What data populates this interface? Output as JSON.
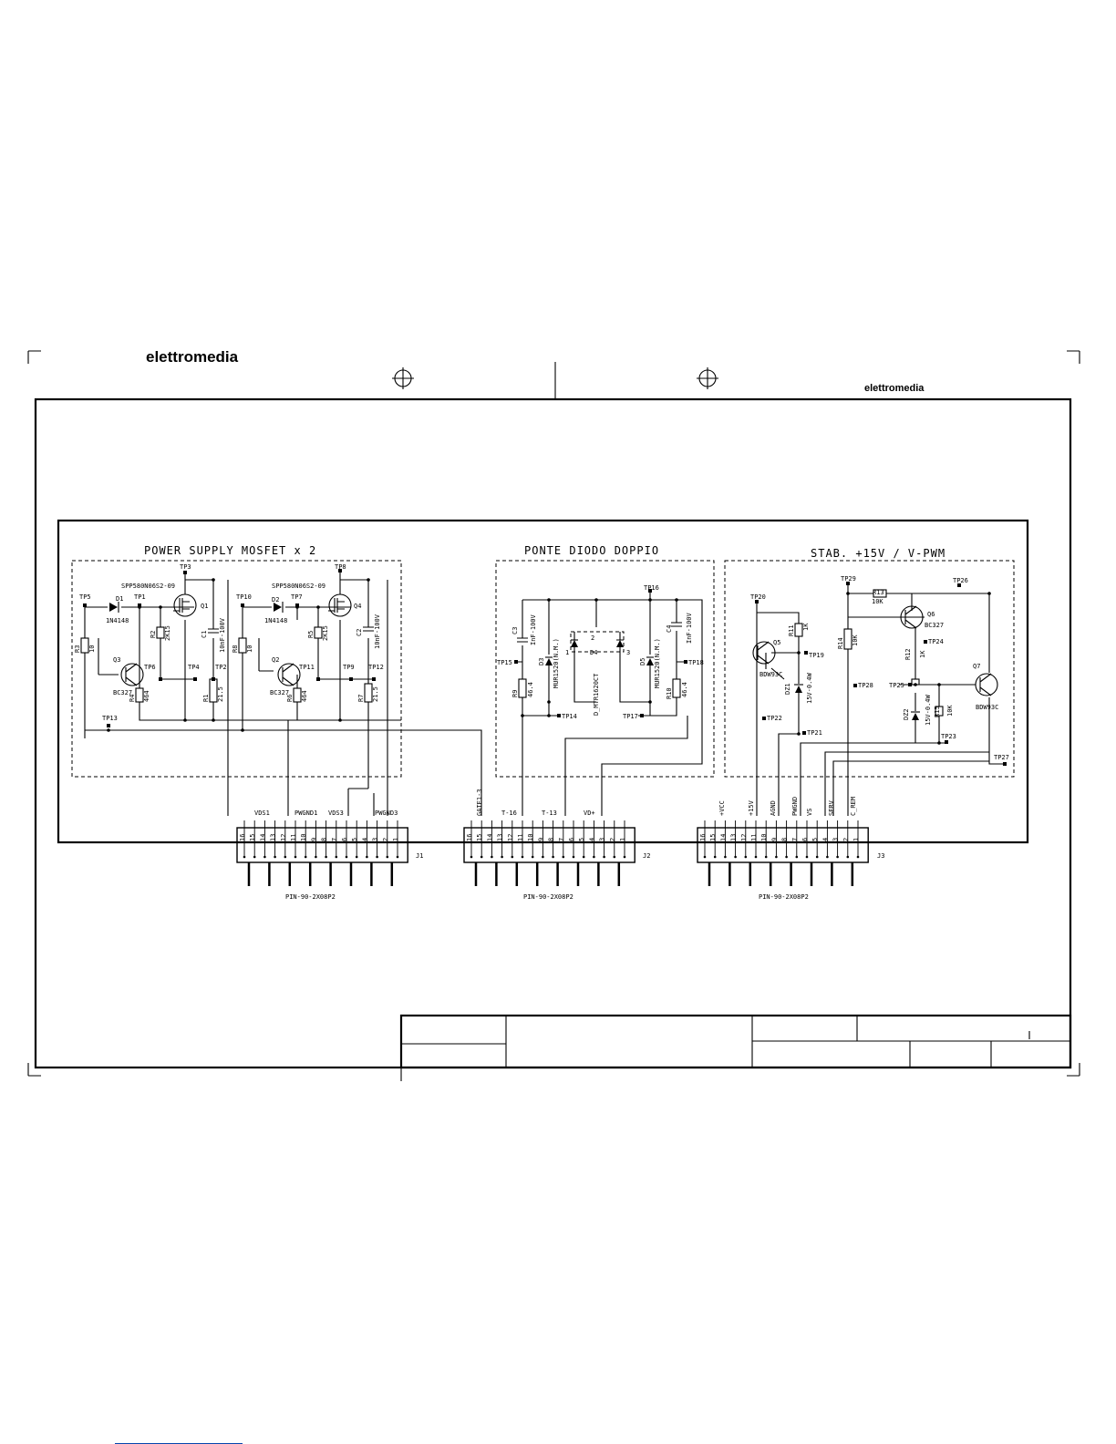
{
  "header": {
    "logo_left": "elettromedia",
    "logo_right": "elettromedia"
  },
  "sections": {
    "psu": "POWER SUPPLY MOSFET x 2",
    "bridge": "PONTE DIODO DOPPIO",
    "stab": "STAB. +15V / V-PWM"
  },
  "components": {
    "q1_part": "SPP580N06S2-09",
    "q4_part": "SPP580N06S2-09",
    "d1": "D1",
    "d1_part": "1N4148",
    "d2": "D2",
    "d2_part": "1N4148",
    "q1": "Q1",
    "q2": "Q2",
    "q3": "Q3",
    "q4": "Q4",
    "q5": "Q5",
    "q6": "Q6",
    "q7": "Q7",
    "q2_part": "BC327",
    "q3_part": "BC327",
    "q6_part": "BC327",
    "q5_part": "BDW93C",
    "q7_part": "BDW93C",
    "c1": "C1",
    "c1_val": "10nF-100V",
    "c2": "C2",
    "c2_val": "10nF-100V",
    "c3": "C3",
    "c3_val": "InF-100V",
    "c4": "C4",
    "c4_val": "InF-100V",
    "r1": "R1",
    "r1_val": "21.5",
    "r2": "R2",
    "r2_val": "2K15",
    "r3": "R3",
    "r3_val": "10",
    "r4": "R4",
    "r4_val": "464",
    "r5": "R5",
    "r5_val": "2K15",
    "r6": "R6",
    "r6_val": "464",
    "r7": "R7",
    "r7_val": "21.5",
    "r8": "R8",
    "r8_val": "10",
    "r9": "R9",
    "r9_val": "46.4",
    "r10": "R10",
    "r10_val": "46.4",
    "r11": "R11",
    "r11_val": "1K",
    "r12": "R12",
    "r12_val": "1K",
    "r13": "R13",
    "r13_val": "10K",
    "r14": "R14",
    "r14_val": "10K",
    "r15": "R15",
    "r15_val": "10K",
    "d3": "D3",
    "d3_part": "MUR1520(N.M.)",
    "d5": "D5",
    "d5_part": "MUR1520(N.M.)",
    "d4": "D4",
    "d4_part": "D_MTR1620CT",
    "d4_pin1": "1",
    "d4_pin2": "2",
    "d4_pin3": "3",
    "dz1": "DZ1",
    "dz1_val": "15V-0.4W",
    "dz2": "DZ2",
    "dz2_val": "15V-0.4W"
  },
  "testpoints": {
    "tp1": "TP1",
    "tp2": "TP2",
    "tp3": "TP3",
    "tp4": "TP4",
    "tp5": "TP5",
    "tp6": "TP6",
    "tp7": "TP7",
    "tp8": "TP8",
    "tp9": "TP9",
    "tp10": "TP10",
    "tp11": "TP11",
    "tp12": "TP12",
    "tp13": "TP13",
    "tp14": "TP14",
    "tp15": "TP15",
    "tp16": "TP16",
    "tp17": "TP17",
    "tp18": "TP18",
    "tp19": "TP19",
    "tp20": "TP20",
    "tp21": "TP21",
    "tp22": "TP22",
    "tp23": "TP23",
    "tp24": "TP24",
    "tp25": "TP25",
    "tp26": "TP26",
    "tp27": "TP27",
    "tp28": "TP28",
    "tp29": "TP29"
  },
  "connectors": [
    {
      "ref": "J1",
      "part": "PIN-90-2X08P2",
      "net_labels": [
        "VDS1",
        "PWGND1",
        "VDS3",
        "PWGND3"
      ],
      "pins": [
        "16",
        "15",
        "14",
        "13",
        "12",
        "11",
        "10",
        "9",
        "8",
        "7",
        "6",
        "5",
        "4",
        "3",
        "2",
        "1"
      ]
    },
    {
      "ref": "J2",
      "part": "PIN-90-2X08P2",
      "net_labels": [
        "GATE1-3",
        "T-16",
        "T-13",
        "VD+"
      ],
      "pins": [
        "16",
        "15",
        "14",
        "13",
        "12",
        "11",
        "10",
        "9",
        "8",
        "7",
        "6",
        "5",
        "4",
        "3",
        "2",
        "1"
      ]
    },
    {
      "ref": "J3",
      "part": "PIN-90-2X08P2",
      "net_labels": [
        "+VCC",
        "+15V",
        "AGND",
        "PWGND",
        "VS",
        "SERV",
        "C_REM"
      ],
      "pins": [
        "16",
        "15",
        "14",
        "13",
        "12",
        "11",
        "10",
        "9",
        "8",
        "7",
        "6",
        "5",
        "4",
        "3",
        "2",
        "1"
      ]
    }
  ]
}
